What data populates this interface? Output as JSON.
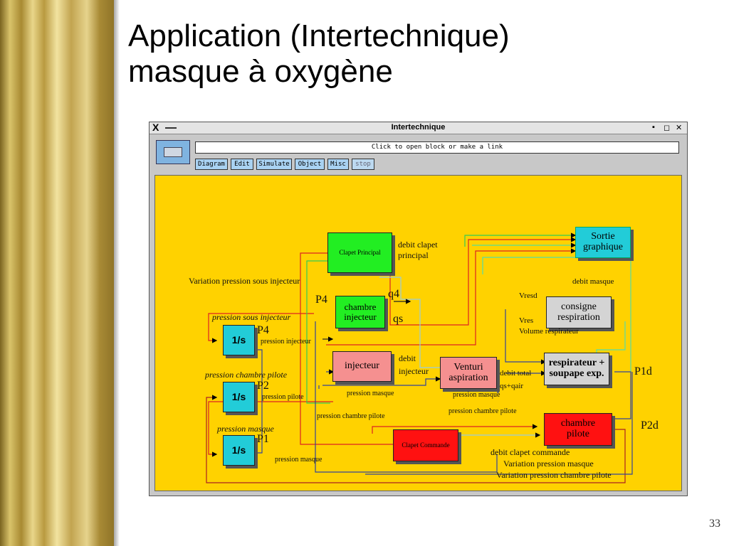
{
  "slide": {
    "title_line1": "Application (Intertechnique)",
    "title_line2": "masque à oxygène",
    "page_number": "33"
  },
  "window": {
    "close_glyph": "X",
    "title": "Intertechnique",
    "controls": [
      "▪",
      "◻",
      "✕"
    ],
    "message": "Click to open block or make a link",
    "menu": [
      "Diagram",
      "Edit",
      "Simulate",
      "Object",
      "Misc",
      "stop"
    ]
  },
  "colors": {
    "canvas": "#ffd200",
    "green_block": "#22ee22",
    "cyan_block": "#22ccd8",
    "pink_block": "#f59090",
    "red_block": "#ff1111",
    "grey_block": "#d4d4d4",
    "menu_button": "#a9d2f2"
  },
  "blocks": {
    "clapet_principal": "Clapet Principal",
    "chambre_injecteur_1": "chambre",
    "chambre_injecteur_2": "injecteur",
    "integ_p4": "1/s",
    "integ_p2": "1/s",
    "integ_p1": "1/s",
    "injecteur": "injecteur",
    "venturi_1": "Venturi",
    "venturi_2": "aspiration",
    "sortie_1": "Sortie",
    "sortie_2": "graphique",
    "consigne_1": "consigne",
    "consigne_2": "respiration",
    "respirateur_1": "respirateur +",
    "respirateur_2": "soupape exp.",
    "chambre_pilote_1": "chambre",
    "chambre_pilote_2": "pilote",
    "clapet_commande": "Clapet Commande"
  },
  "labels": {
    "debit_clapet_1": "debit clapet",
    "debit_clapet_2": "principal",
    "variation_pression_injecteur": "Variation pression sous injecteur",
    "p4_left": "P4",
    "q4": "q4",
    "qs": "qs",
    "pression_sous_injecteur": "pression sous injecteur",
    "p4": "P4",
    "pression_injecteur": "pression injecteur",
    "debit_1": "debit",
    "debit_2": "injecteur",
    "pression_chambre_pilote_it": "pression chambre pilote",
    "p2": "P2",
    "pression_pilote": "pression pilote",
    "pression_masque_mid": "pression masque",
    "pression_masque_right": "pression masque",
    "debit_total": "debit total",
    "qs_qair": "qs+qair",
    "vresd": "Vresd",
    "vres": "Vres",
    "volume_respirateur": "Volume respirateur",
    "debit_masque": "debit masque",
    "p1d": "P1d",
    "pression_chambre_pilote_1": "pression chambre pilote",
    "pression_chambre_pilote_2": "pression chambre pilote",
    "pression_masque_it": "pression masque",
    "p1": "P1",
    "p2d": "P2d",
    "pression_masque_bottom": "pression masque",
    "debit_clapet_commande": "debit clapet commande",
    "variation_pression_masque": "Variation pression masque",
    "variation_pression_chambre_pilote": "Variation pression chambre pilote"
  }
}
